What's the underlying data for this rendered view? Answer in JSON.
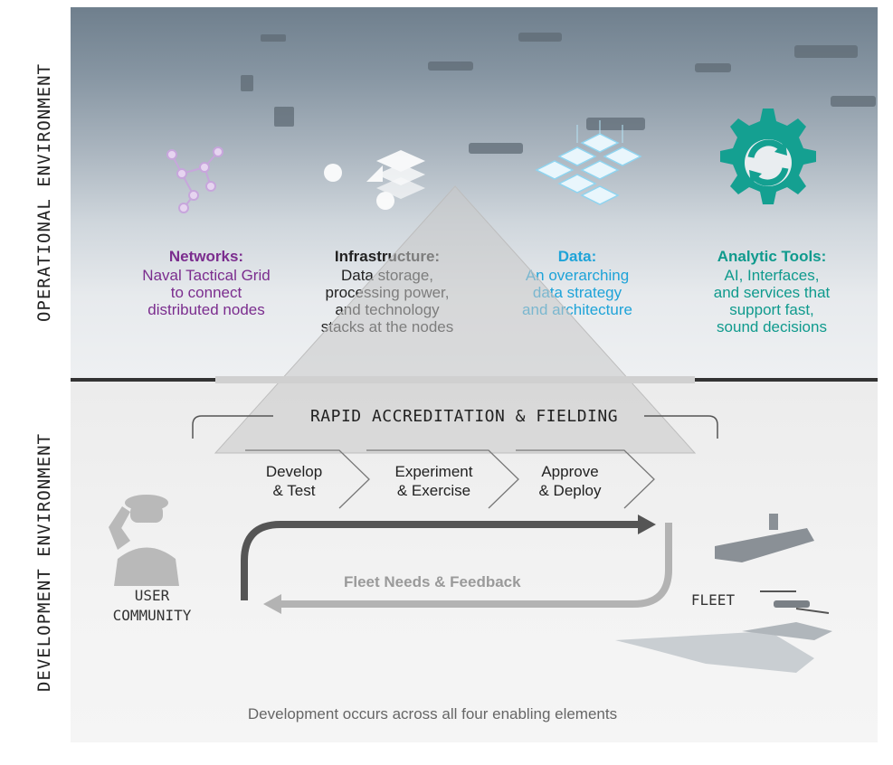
{
  "side_labels": {
    "top": "OPERATIONAL ENVIRONMENT",
    "bottom": "DEVELOPMENT ENVIRONMENT"
  },
  "columns": [
    {
      "heading": "Networks:",
      "lines": [
        "Naval Tactical Grid",
        "to connect",
        "distributed nodes"
      ],
      "icon": "network-nodes-icon"
    },
    {
      "heading": "Infrastructure:",
      "lines": [
        "Data storage,",
        "processing power,",
        "and technology",
        "stacks at the nodes"
      ],
      "icon": "server-stack-icon"
    },
    {
      "heading": "Data:",
      "lines": [
        "An overarching",
        "data strategy",
        "and architecture"
      ],
      "icon": "data-layers-icon"
    },
    {
      "heading": "Analytic Tools:",
      "lines": [
        "AI, Interfaces,",
        "and services that",
        "support fast,",
        "sound decisions"
      ],
      "icon": "gear-cycle-icon"
    }
  ],
  "rapid": "RAPID ACCREDITATION & FIELDING",
  "steps": [
    {
      "line1": "Develop",
      "line2": "& Test"
    },
    {
      "line1": "Experiment",
      "line2": "& Exercise"
    },
    {
      "line1": "Approve",
      "line2": "& Deploy"
    }
  ],
  "feedback": "Fleet Needs & Feedback",
  "user_community": {
    "line1": "USER",
    "line2": "COMMUNITY"
  },
  "fleet": "FLEET",
  "footer": "Development occurs across all four enabling elements",
  "colors": {
    "networks": "#7b2d8e",
    "infrastructure": "#222222",
    "data": "#1ea3d8",
    "analytic": "#0f9a8d",
    "arrow_dark": "#555555",
    "arrow_light": "#b3b3b3"
  }
}
